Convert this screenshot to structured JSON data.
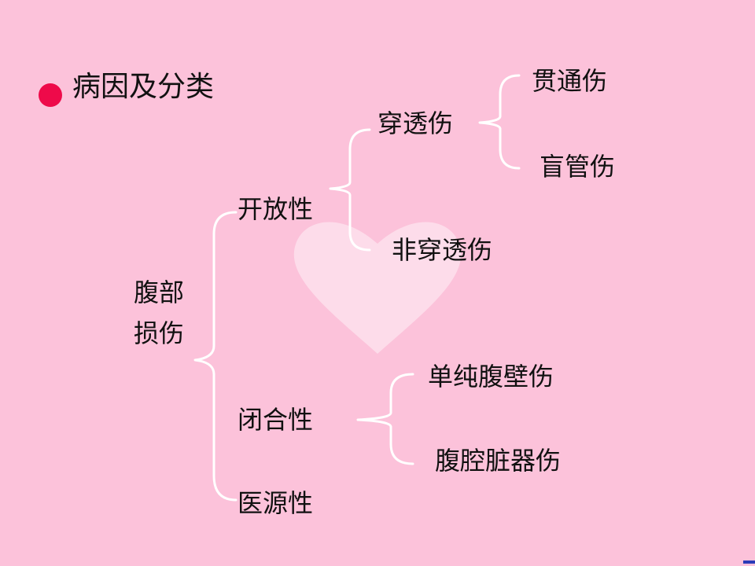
{
  "heading": "病因及分类",
  "root": {
    "line1": "腹部",
    "line2": "损伤"
  },
  "level1": {
    "open": "开放性",
    "closed": "闭合性",
    "iatrogenic": "医源性"
  },
  "open_children": {
    "penetrating": "穿透伤",
    "non_penetrating": "非穿透伤"
  },
  "penetrating_children": {
    "through": "贯通伤",
    "blind": "盲管伤"
  },
  "closed_children": {
    "wall": "单纯腹壁伤",
    "organ": "腹腔脏器伤"
  },
  "colors": {
    "background": "#fcc2da",
    "bullet": "#ee0a4a",
    "brace": "#ffffff",
    "heart": "#fde0ec"
  }
}
